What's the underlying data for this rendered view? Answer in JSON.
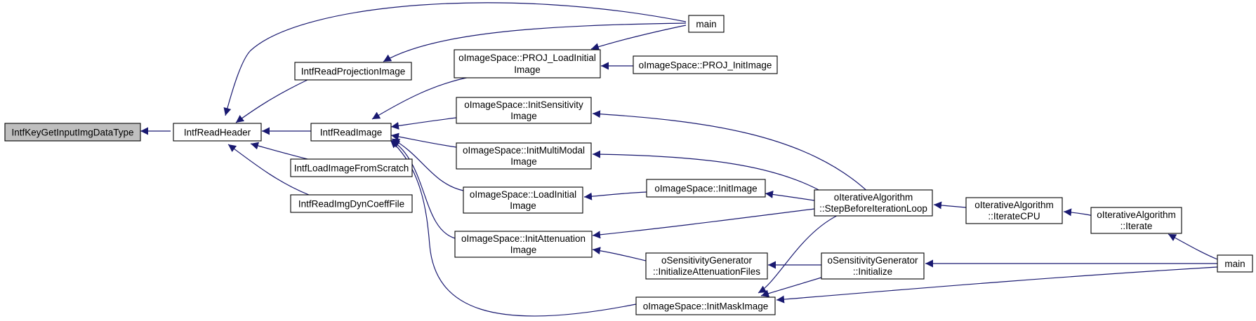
{
  "colors": {
    "edge": "#191970",
    "root_fill": "#bfbfbf",
    "node_fill": "#ffffff",
    "node_stroke": "#000000"
  },
  "nodes": [
    {
      "id": "n_root",
      "lines": [
        "IntfKeyGetInputImgDataType"
      ],
      "root": true
    },
    {
      "id": "n_readheader",
      "lines": [
        "IntfReadHeader"
      ]
    },
    {
      "id": "n_main1",
      "lines": [
        "main"
      ]
    },
    {
      "id": "n_readproj",
      "lines": [
        "IntfReadProjectionImage"
      ]
    },
    {
      "id": "n_readimage",
      "lines": [
        "IntfReadImage"
      ]
    },
    {
      "id": "n_loadscratch",
      "lines": [
        "IntfLoadImageFromScratch"
      ]
    },
    {
      "id": "n_readdyn",
      "lines": [
        "IntfReadImgDynCoeffFile"
      ]
    },
    {
      "id": "n_projload",
      "lines": [
        "oImageSpace::PROJ_LoadInitial",
        "Image"
      ]
    },
    {
      "id": "n_projinit",
      "lines": [
        "oImageSpace::PROJ_InitImage"
      ]
    },
    {
      "id": "n_initsens",
      "lines": [
        "oImageSpace::InitSensitivity",
        "Image"
      ]
    },
    {
      "id": "n_initmulti",
      "lines": [
        "oImageSpace::InitMultiModal",
        "Image"
      ]
    },
    {
      "id": "n_loadinitial",
      "lines": [
        "oImageSpace::LoadInitial",
        "Image"
      ]
    },
    {
      "id": "n_initimage",
      "lines": [
        "oImageSpace::InitImage"
      ]
    },
    {
      "id": "n_initatten",
      "lines": [
        "oImageSpace::InitAttenuation",
        "Image"
      ]
    },
    {
      "id": "n_initmask",
      "lines": [
        "oImageSpace::InitMaskImage"
      ]
    },
    {
      "id": "n_stepbefore",
      "lines": [
        "oIterativeAlgorithm",
        "::StepBeforeIterationLoop"
      ]
    },
    {
      "id": "n_sgenatten",
      "lines": [
        "oSensitivityGenerator",
        "::InitializeAttenuationFiles"
      ]
    },
    {
      "id": "n_sgeninit",
      "lines": [
        "oSensitivityGenerator",
        "::Initialize"
      ]
    },
    {
      "id": "n_iteratecpu",
      "lines": [
        "oIterativeAlgorithm",
        "::IterateCPU"
      ]
    },
    {
      "id": "n_iterate",
      "lines": [
        "oIterativeAlgorithm",
        "::Iterate"
      ]
    },
    {
      "id": "n_main2",
      "lines": [
        "main"
      ]
    }
  ],
  "edges": [
    [
      "n_readheader",
      "n_root"
    ],
    [
      "n_main1",
      "n_readheader"
    ],
    [
      "n_readproj",
      "n_readheader"
    ],
    [
      "n_readimage",
      "n_readheader"
    ],
    [
      "n_loadscratch",
      "n_readheader"
    ],
    [
      "n_readdyn",
      "n_readheader"
    ],
    [
      "n_main1",
      "n_readproj"
    ],
    [
      "n_projload",
      "n_readimage"
    ],
    [
      "n_initsens",
      "n_readimage"
    ],
    [
      "n_initmulti",
      "n_readimage"
    ],
    [
      "n_loadinitial",
      "n_readimage"
    ],
    [
      "n_initatten",
      "n_readimage"
    ],
    [
      "n_initmask",
      "n_readimage"
    ],
    [
      "n_main1",
      "n_projload"
    ],
    [
      "n_projinit",
      "n_projload"
    ],
    [
      "n_stepbefore",
      "n_initsens"
    ],
    [
      "n_stepbefore",
      "n_initmulti"
    ],
    [
      "n_initimage",
      "n_loadinitial"
    ],
    [
      "n_stepbefore",
      "n_initimage"
    ],
    [
      "n_stepbefore",
      "n_initatten"
    ],
    [
      "n_sgenatten",
      "n_initatten"
    ],
    [
      "n_sgeninit",
      "n_sgenatten"
    ],
    [
      "n_stepbefore",
      "n_initmask"
    ],
    [
      "n_sgeninit",
      "n_initmask"
    ],
    [
      "n_main2",
      "n_initmask"
    ],
    [
      "n_iteratecpu",
      "n_stepbefore"
    ],
    [
      "n_iterate",
      "n_iteratecpu"
    ],
    [
      "n_main2",
      "n_iterate"
    ],
    [
      "n_main2",
      "n_sgeninit"
    ]
  ]
}
